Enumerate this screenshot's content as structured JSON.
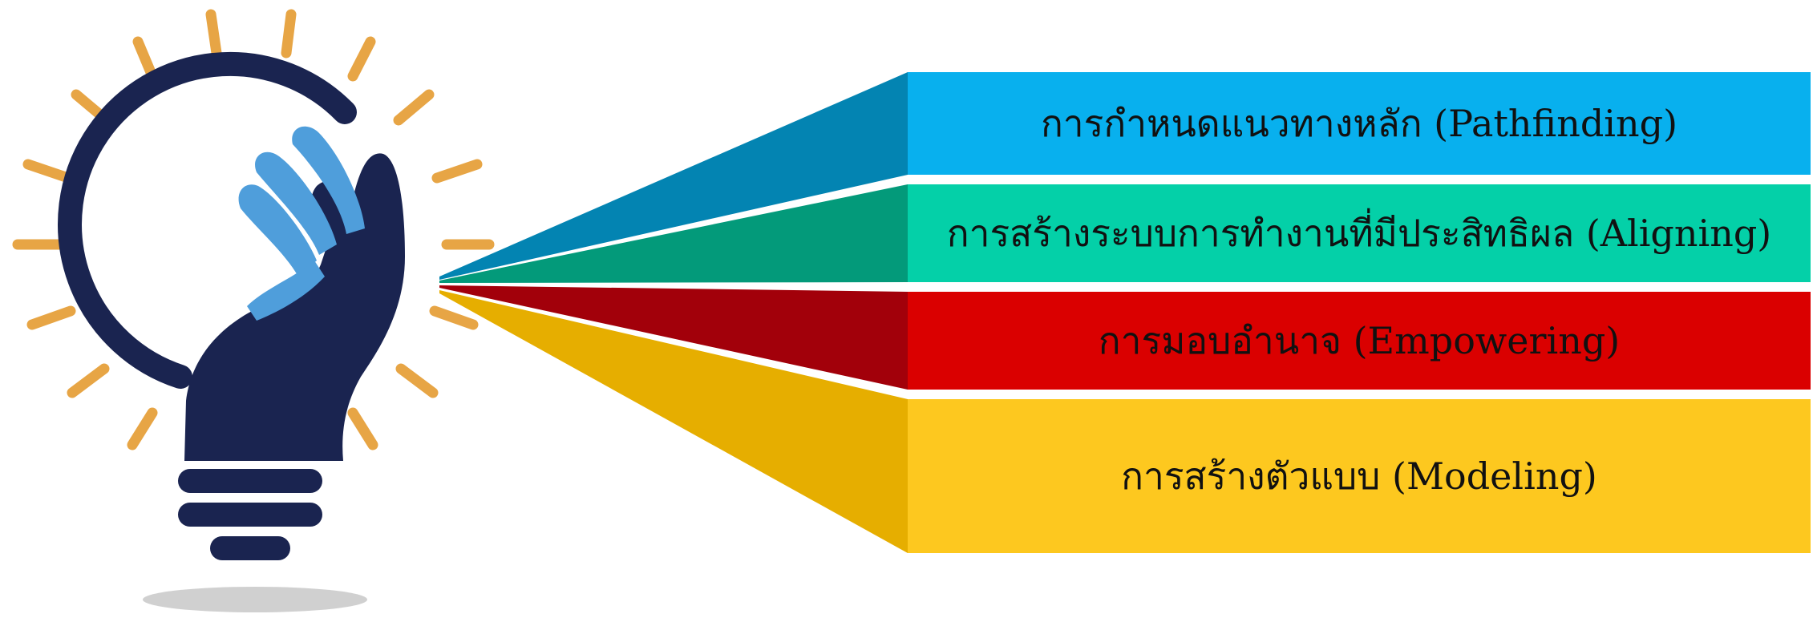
{
  "items": [
    {
      "label": "การกำหนดแนวทางหลัก (Pathfinding)",
      "color": "#08B0EE",
      "funnel_color": "#0384B2"
    },
    {
      "label": "การสร้างระบบการทำงานที่มีประสิทธิผล (Aligning)",
      "color": "#04D0A8",
      "funnel_color": "#039A7A"
    },
    {
      "label": "การมอบอำนาจ (Empowering)",
      "color": "#DA0000",
      "funnel_color": "#A2000A"
    },
    {
      "label": "การสร้างตัวแบบ (Modeling)",
      "color": "#FDC81F",
      "funnel_color": "#E6AE00"
    }
  ],
  "icon": {
    "name": "lightbulb-hand-icon",
    "bulb_color": "#1A2450",
    "hand_highlight_color": "#4F9EDB",
    "ray_color": "#E7A545",
    "shadow_color": "#C8C8C8"
  }
}
